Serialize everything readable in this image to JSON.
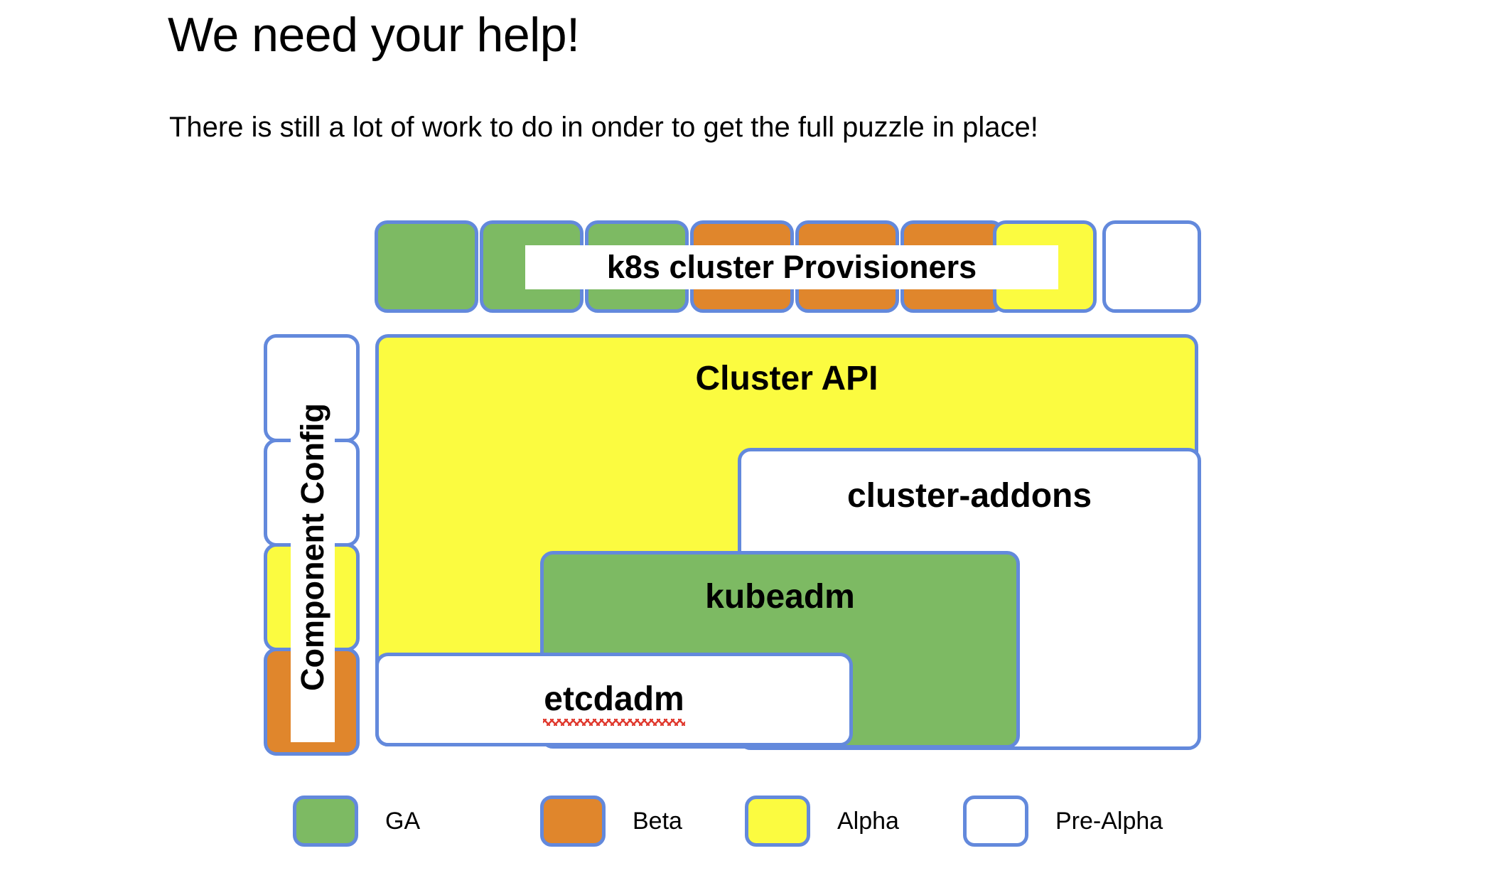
{
  "slide": {
    "title": "We need your help!",
    "subtitle": "There is still a lot of work to do in onder to get the full puzzle in place!"
  },
  "colors": {
    "border": "#6389DC",
    "ga": "#7DBA63",
    "beta": "#E0862C",
    "alpha": "#FBFB40",
    "pre_alpha": "#FFFFFF",
    "spellcheck": "#E03A2F",
    "text": "#000000",
    "background": "#FFFFFF"
  },
  "diagram": {
    "provisioners_row": {
      "label": "k8s cluster Provisioners",
      "tiles": [
        {
          "status": "GA"
        },
        {
          "status": "GA"
        },
        {
          "status": "GA"
        },
        {
          "status": "Beta"
        },
        {
          "status": "Beta"
        },
        {
          "status": "Beta"
        },
        {
          "status": "Alpha"
        },
        {
          "status": "Pre-Alpha"
        }
      ]
    },
    "component_config_column": {
      "label": "Component Config",
      "tiles": [
        {
          "status": "Pre-Alpha"
        },
        {
          "status": "Pre-Alpha"
        },
        {
          "status": "Alpha"
        },
        {
          "status": "Beta"
        }
      ]
    },
    "nested_boxes": [
      {
        "label": "Cluster API",
        "status": "Alpha"
      },
      {
        "label": "cluster-addons",
        "status": "Pre-Alpha"
      },
      {
        "label": "kubeadm",
        "status": "GA"
      },
      {
        "label": "etcdadm",
        "status": "Pre-Alpha",
        "spellchecked": true
      }
    ]
  },
  "legend": {
    "items": [
      {
        "label": "GA",
        "status": "GA"
      },
      {
        "label": "Beta",
        "status": "Beta"
      },
      {
        "label": "Alpha",
        "status": "Alpha"
      },
      {
        "label": "Pre-Alpha",
        "status": "Pre-Alpha"
      }
    ]
  }
}
